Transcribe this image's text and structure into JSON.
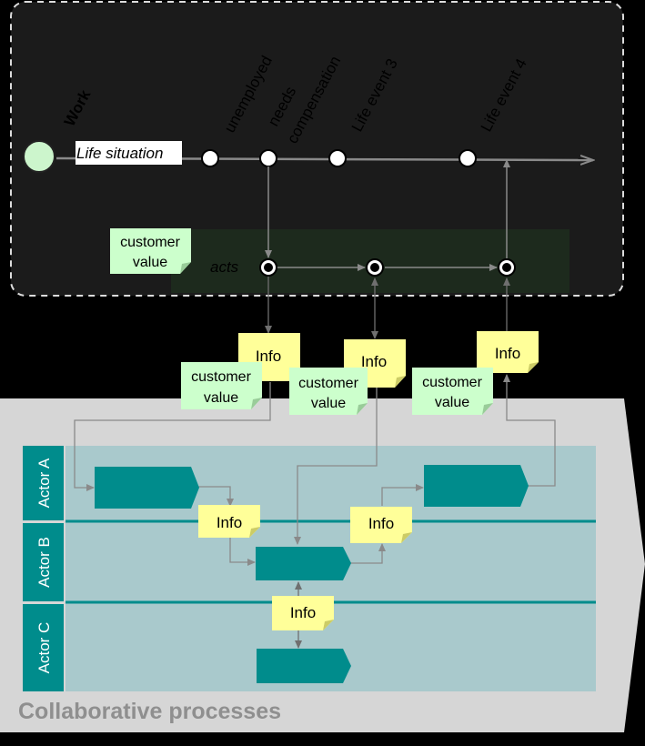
{
  "work": {
    "label": "Work",
    "life_situation": "Life situation"
  },
  "events": [
    {
      "label": "unemployed"
    },
    {
      "label": "needs",
      "label2": "compensation"
    },
    {
      "label": "Life event 3"
    },
    {
      "label": "Life event 4"
    }
  ],
  "acts": {
    "label": "acts"
  },
  "customer_value": {
    "line1": "customer",
    "line2": "value"
  },
  "info": {
    "label": "Info"
  },
  "actors": [
    "Actor A",
    "Actor B",
    "Actor C"
  ],
  "collaborative": {
    "label": "Collaborative processes"
  },
  "colors": {
    "teal": "#008c8c",
    "lane": "#a9c9cc",
    "note_yellow": "#ffff99",
    "note_green": "#ccffcc",
    "start_green": "#ccf5cc",
    "gray_panel": "#d6d6d6"
  }
}
